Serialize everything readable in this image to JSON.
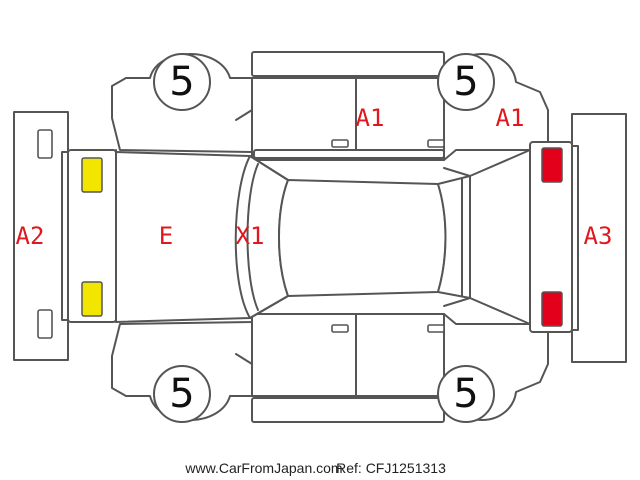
{
  "colors": {
    "outline": "#555555",
    "damage_code": "#e0181e",
    "headlight_fill": "#f2e600",
    "taillight_fill": "#e3001b"
  },
  "tires": [
    {
      "id": "front-left",
      "label": "5"
    },
    {
      "id": "rear-left",
      "label": "5"
    },
    {
      "id": "front-right",
      "label": "5"
    },
    {
      "id": "rear-right",
      "label": "5"
    }
  ],
  "damage_codes": [
    {
      "id": "left-front-door",
      "code": "A1"
    },
    {
      "id": "left-rear-quarter",
      "code": "A1"
    },
    {
      "id": "front-bumper",
      "code": "A2"
    },
    {
      "id": "rear-bumper",
      "code": "A3"
    },
    {
      "id": "hood",
      "code": "E"
    },
    {
      "id": "windshield",
      "code": "X1"
    }
  ],
  "lights": {
    "headlights": "yellow",
    "taillights": "red"
  },
  "footer": {
    "site": "www.CarFromJapan.com",
    "ref": "Ref: CFJ1251313"
  }
}
